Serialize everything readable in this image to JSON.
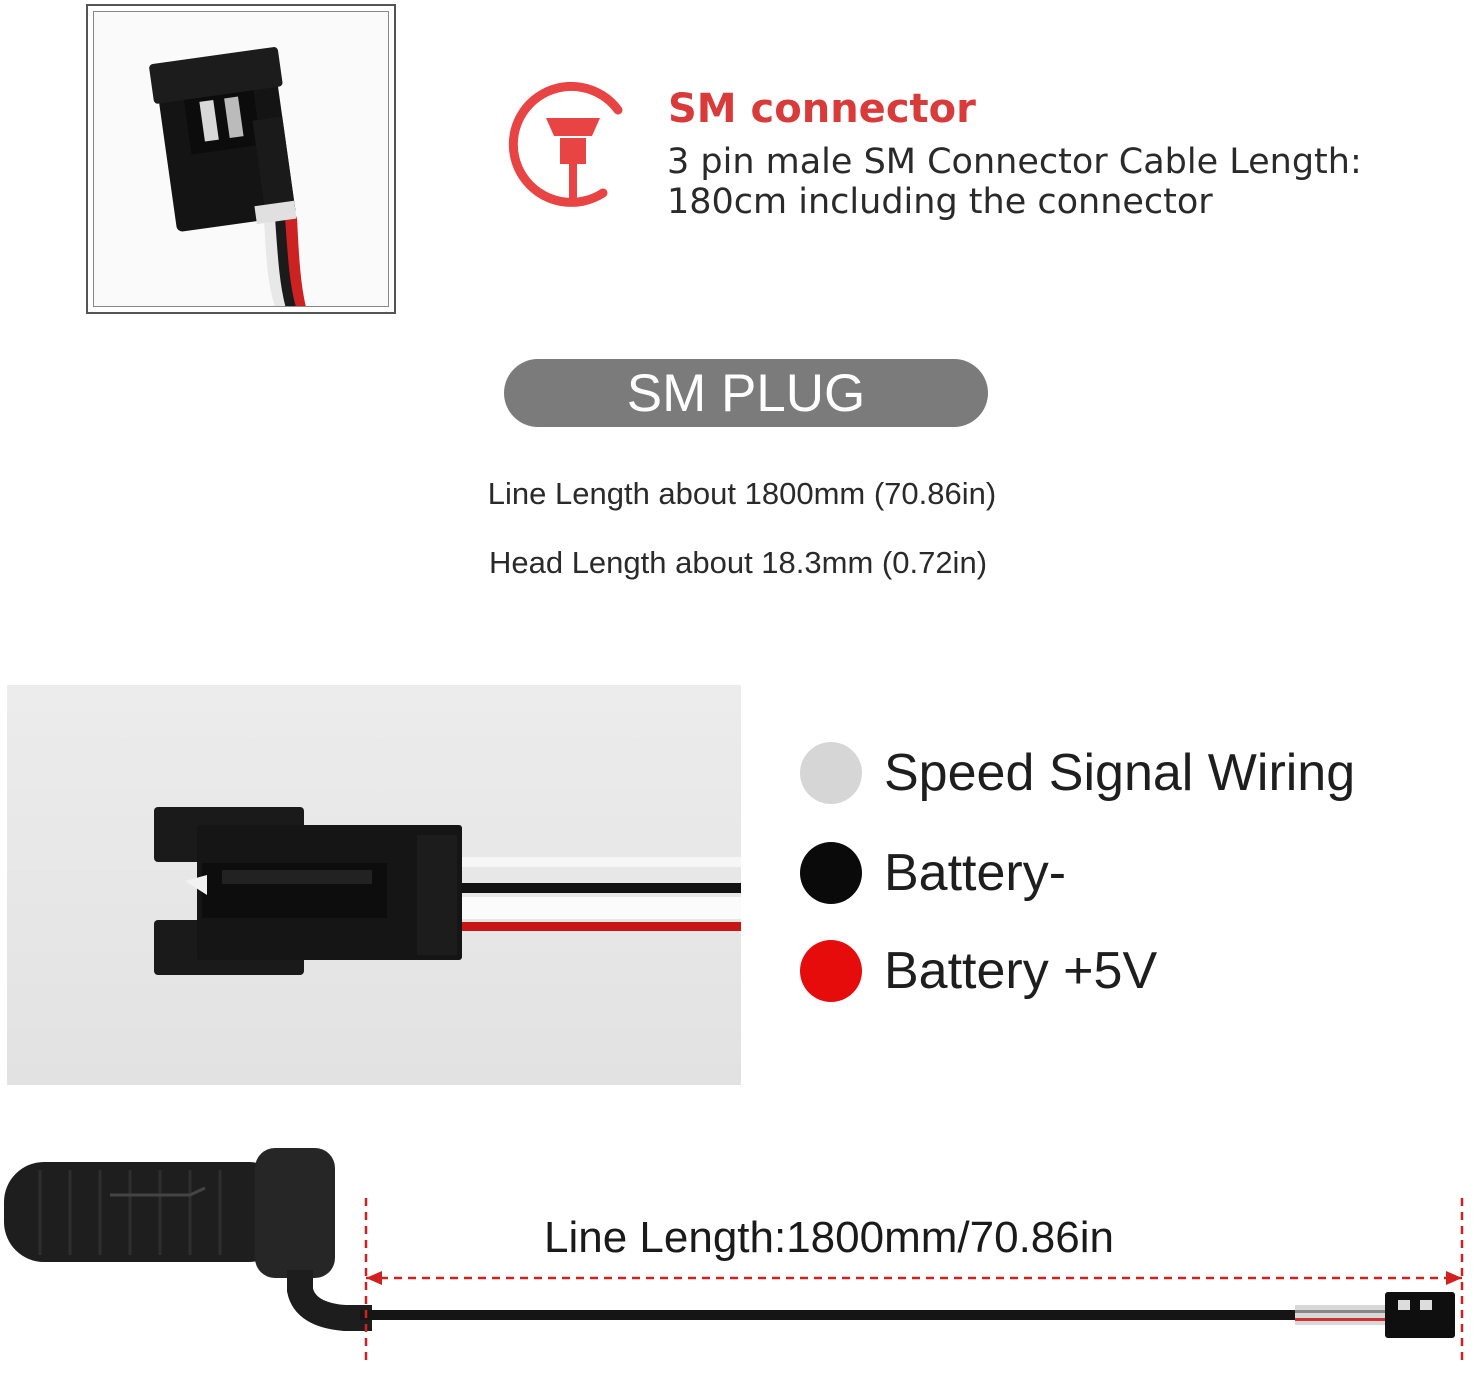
{
  "connector": {
    "title": "SM connector",
    "description": "3 pin male SM Connector Cable Length: 180cm including the connector"
  },
  "plug_badge": "SM PLUG",
  "specs": {
    "line_length": "Line Length about 1800mm (70.86in)",
    "head_length": "Head Length about 18.3mm (0.72in)"
  },
  "wiring_legend": [
    {
      "label": "Speed Signal Wiring",
      "color": "#d6d6d6"
    },
    {
      "label": "Battery-",
      "color": "#0a0a0a"
    },
    {
      "label": "Battery +5V",
      "color": "#e60c0c"
    }
  ],
  "throttle": {
    "line_length_label": "Line Length:1800mm/70.86in"
  },
  "colors": {
    "accent_red": "#d93a3a",
    "badge_gray": "#7b7b7b",
    "dimension_red": "#d0201f"
  },
  "icons": [
    "connector-icon"
  ]
}
